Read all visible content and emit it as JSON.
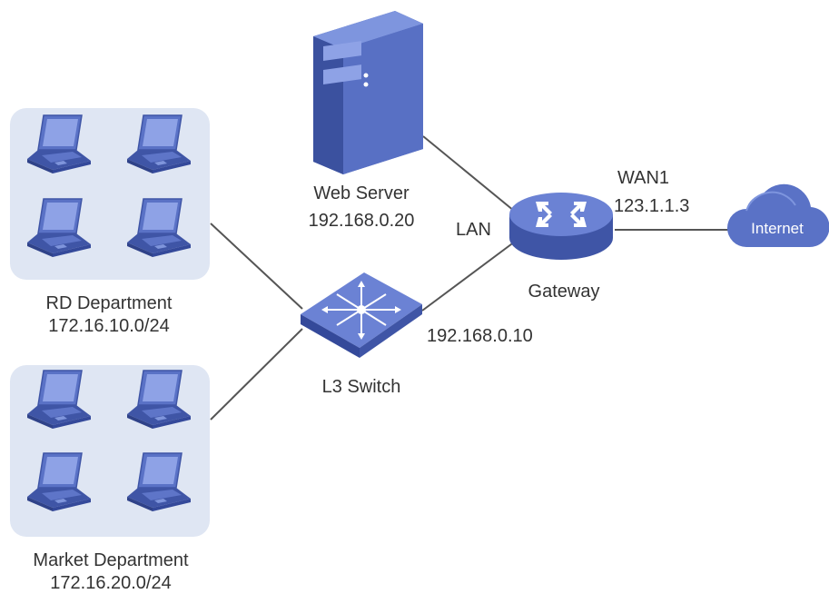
{
  "groups": {
    "rd": {
      "name": "RD Department",
      "subnet": "172.16.10.0/24"
    },
    "market": {
      "name": "Market Department",
      "subnet": "172.16.20.0/24"
    }
  },
  "web_server": {
    "name": "Web Server",
    "ip": "192.168.0.20"
  },
  "switch": {
    "name": "L3 Switch",
    "ip": "192.168.0.10"
  },
  "gateway": {
    "name": "Gateway",
    "lan_label": "LAN",
    "wan_label": "WAN1",
    "wan_ip": "123.1.1.3"
  },
  "internet": {
    "label": "Internet"
  },
  "icons": [
    "laptop-icon",
    "server-icon",
    "switch-icon",
    "router-icon",
    "cloud-icon"
  ],
  "colors": {
    "device_blue": "#4a63b8",
    "device_light": "#6f86d6",
    "group_bg": "#dfe6f3",
    "link": "#555555"
  }
}
